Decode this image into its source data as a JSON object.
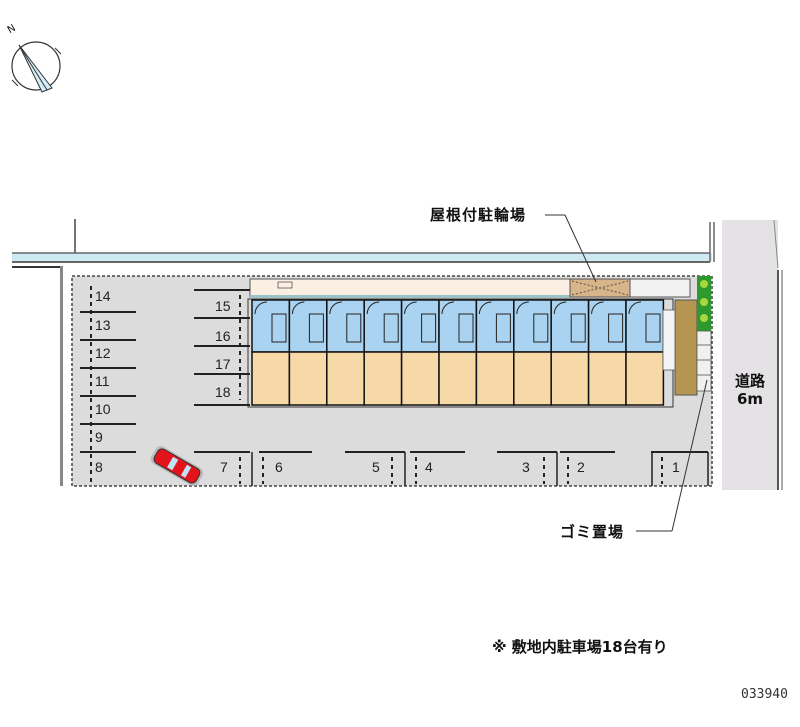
{
  "title": "駐車場配置図",
  "compass": {
    "label": "N",
    "icon": "north-arrow-icon"
  },
  "callouts": {
    "bicycle_parking": "屋根付駐輪場",
    "garbage": "ゴミ置場"
  },
  "road": {
    "label": "道路",
    "width": "6m"
  },
  "parking_stalls": {
    "left_column": [
      "14",
      "13",
      "12",
      "11",
      "10",
      "9",
      "8"
    ],
    "building_side": [
      "15",
      "16",
      "17",
      "18"
    ],
    "bottom_row": [
      "7",
      "6",
      "5",
      "4",
      "3",
      "2",
      "1"
    ]
  },
  "building": {
    "units": 11
  },
  "footnote": "※ 敷地内駐車場18台有り",
  "map_code": "033940",
  "colors": {
    "lot": "#dcdcdc",
    "road": "#e4e2e4",
    "water": "#cde9f2",
    "room": "#f7d9a8",
    "wet_area": "#a9d3f0",
    "car": "#e3131b",
    "bike_shelter": "#d8b48a",
    "hedge": "#2e9a2e",
    "paving": "#b49650"
  }
}
